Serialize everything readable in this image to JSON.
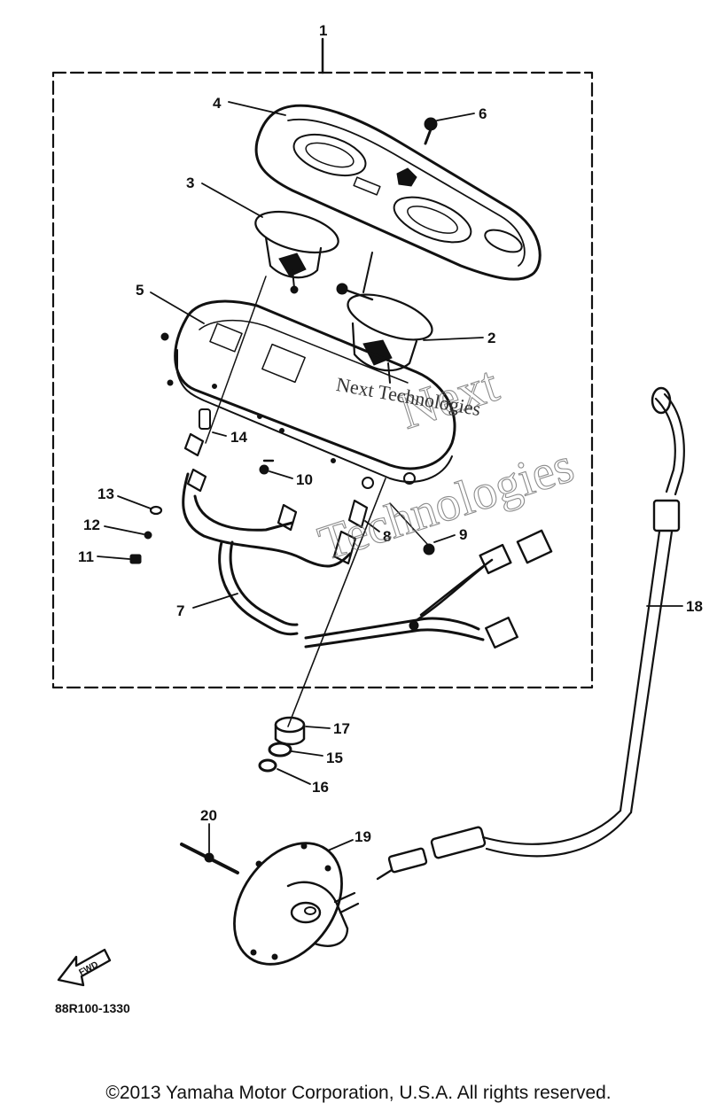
{
  "diagram": {
    "part_labels": [
      "1",
      "2",
      "3",
      "4",
      "5",
      "6",
      "7",
      "8",
      "9",
      "10",
      "11",
      "12",
      "13",
      "14",
      "15",
      "16",
      "17",
      "18",
      "19",
      "20"
    ],
    "fwd_label": "FWD",
    "figure_code": "88R100-1330",
    "watermark_line1": "Next",
    "watermark_line2": "Technologies",
    "watermark_overlay": "Next Technologies"
  },
  "footer": {
    "copyright": "©2013 Yamaha Motor Corporation, U.S.A. All rights reserved."
  }
}
